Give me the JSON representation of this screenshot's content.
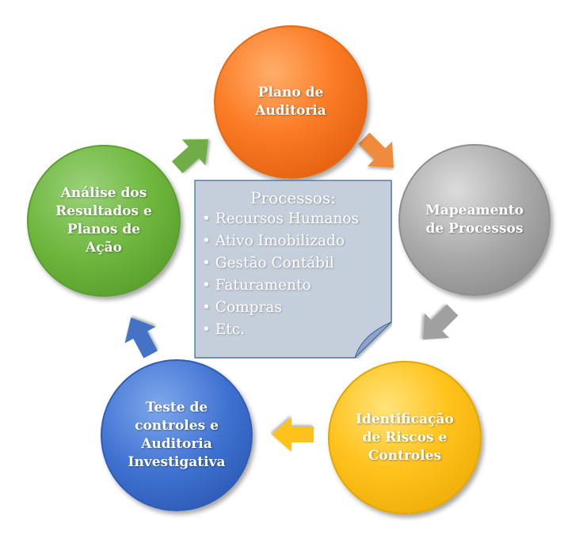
{
  "cycle": {
    "nodes": [
      {
        "id": "plan",
        "label": "Plano de\nAuditoria",
        "color": "#FB7A24"
      },
      {
        "id": "map",
        "label": "Mapeamento\nde Processos",
        "color": "#A8A8A8"
      },
      {
        "id": "risk",
        "label": "Identificação\nde Riscos e\nControles",
        "color": "#FFC21B"
      },
      {
        "id": "test",
        "label": "Teste de\ncontroles e\nAuditoria\nInvestigativa",
        "color": "#3F71D1"
      },
      {
        "id": "analysis",
        "label": "Análise dos\nResultados e\nPlanos de\nAção",
        "color": "#6DB53C"
      }
    ],
    "arrow_colors": [
      "#F08A3C",
      "#A0A0A0",
      "#FFC21B",
      "#4472C4",
      "#70AD47"
    ]
  },
  "processes": {
    "title": "Processos:",
    "items": [
      "Recursos Humanos",
      "Ativo Imobilizado",
      "Gestão Contábil",
      "Faturamento",
      "Compras",
      "Etc."
    ],
    "box_color": "#C5CEDB"
  }
}
